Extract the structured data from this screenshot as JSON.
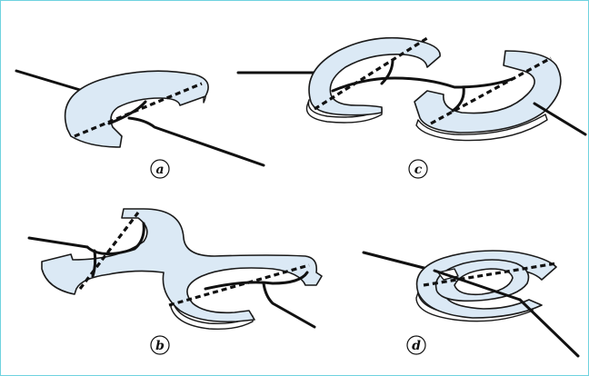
{
  "panels": [
    {
      "id": "a",
      "label": "a"
    },
    {
      "id": "b",
      "label": "b"
    },
    {
      "id": "c",
      "label": "c"
    },
    {
      "id": "d",
      "label": "d"
    }
  ],
  "colors": {
    "ring_fill": "#dbe9f5",
    "outline": "#1a1a1a",
    "frame": "#6fd3df"
  }
}
